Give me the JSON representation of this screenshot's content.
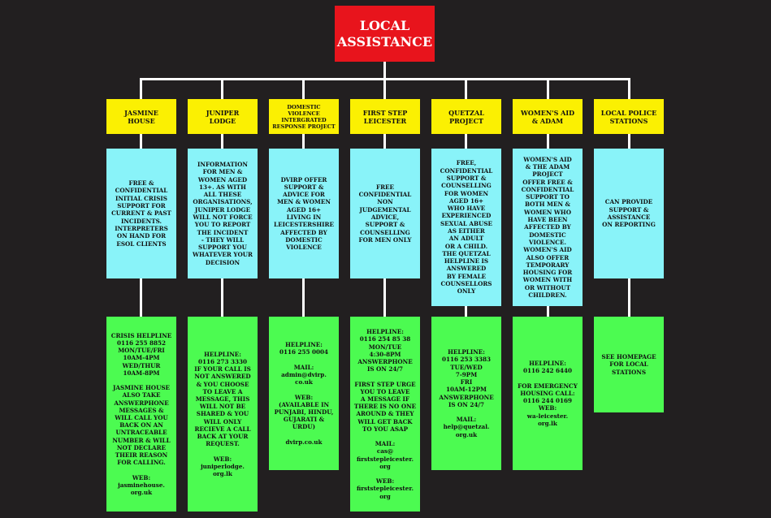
{
  "title": "LOCAL\nASSISTANCE",
  "columns": [
    {
      "header": "JASMINE\nHOUSE",
      "description": "FREE &\nCONFIDENTIAL\nINITIAL CRISIS\nSUPPORT FOR\nCURRENT & PAST\nINCIDENTS.\nINTERPRETERS\nON HAND FOR\nESOL CLIENTS",
      "contact": "CRISIS HELPLINE\n0116 255 8852\nMON/TUE/FRI\n10AM-4PM\nWED/THUR\n10AM-8PM\n\nJASMINE HOUSE\nALSO TAKE\nANSWERPHONE\nMESSAGES &\nWILL CALL YOU\nBACK ON AN\nUNTRACEABLE\nNUMBER & WILL\nNOT DECLARE\nTHEIR REASON\nFOR CALLING.\n\nWEB:\njasminehouse.\norg.uk"
    },
    {
      "header": "JUNIPER\nLODGE",
      "description": "INFORMATION\nFOR MEN &\nWOMEN AGED\n13+. AS WITH\nALL THESE\nORGANISATIONS,\nJUNIPER LODGE\nWILL NOT FORCE\nYOU TO REPORT\nTHE INCIDENT\n- THEY WILL\nSUPPORT YOU\nWHATEVER YOUR\nDECISION",
      "contact": "HELPLINE:\n0116 273 3330\nIF YOUR CALL IS\nNOT ANSWERED\n& YOU CHOOSE\nTO LEAVE A\nMESSAGE, THIS\nWILL NOT BE\nSHARED & YOU\nWILL ONLY\nRECIEVE A CALL\nBACK AT YOUR\nREQUEST.\n\nWEB:\njuniperlodge.\norg.lk"
    },
    {
      "header": "DOMESTIC\nVIOLENCE\nINTERGRATED\nRESPONSE PROJECT",
      "description": "DVIRP OFFER\nSUPPORT &\nADVICE FOR\nMEN & WOMEN\nAGED 16+\nLIVING IN\nLEICESTERSHIRE\nAFFECTED BY\nDOMESTIC\nVIOLENCE",
      "contact": "HELPLINE:\n0116 255 0004\n\nMAIL:\nadmin@dvirp.\nco.uk\n\nWEB:\n(AVAILABLE IN\nPUNJABI, HINDU,\nGUJARATI &\nURDU)\n\ndvirp.co.uk"
    },
    {
      "header": "FIRST STEP\nLEICESTER",
      "description": "FREE\nCONFIDENTIAL\nNON\nJUDGEMENTAL\nADVICE,\nSUPPORT &\nCOUNSELLING\nFOR MEN ONLY",
      "contact": "HELPLINE:\n0116 254 85 38\nMON/TUE\n4:30-8PM\nANSWERPHONE\nIS ON 24/7\n\nFIRST STEP URGE\nYOU TO LEAVE\nA MESSAGE IF\nTHERE IS NO ONE\nAROUND & THEY\nWILL GET BACK\nTO YOU ASAP\n\nMAIL:\ncas@\nfirststepleicester.\norg\n\nWEB:\nfirststepleicester.\norg"
    },
    {
      "header": "QUETZAL\nPROJECT",
      "description": "FREE,\nCONFIDENTIAL\nSUPPORT &\nCOUNSELLING\nFOR WOMEN\nAGED 16+\nWHO HAVE\nEXPERIENCED\nSEXUAL ABUSE\nAS EITHER\nAN ADULT\nOR A CHILD.\nTHE QUETZAL\nHELPLINE IS\nANSWERED\nBY FEMALE\nCOUNSELLORS\nONLY",
      "contact": "HELPLINE:\n0116 253 3383\nTUE/WED\n7-9PM\nFRI\n10AM-12PM\nANSWERPHONE\nIS ON 24/7\n\nMAIL:\nhelp@quetzal.\norg.uk"
    },
    {
      "header": "WOMEN'S AID\n& ADAM",
      "description": "WOMEN'S AID\n& THE ADAM\nPROJECT\nOFFER FREE &\nCONFIDENTIAL\nSUPPORT TO\nBOTH MEN &\nWOMEN WHO\nHAVE BEEN\nAFFECTED BY\nDOMESTIC\nVIOLENCE.\nWOMEN'S AID\nALSO OFFER\nTEMPORARY\nHOUSING FOR\nWOMEN WITH\nOR WITHOUT\nCHILDREN.",
      "contact": "HELPLINE:\n0116 242 6440\n\nFOR EMERGENCY\nHOUSING CALL:\n0116 244 0169\nWEB:\nwa-leicester.\norg.lk"
    },
    {
      "header": "LOCAL POLICE\nSTATIONS",
      "description": "CAN PROVIDE\nSUPPORT &\nASSISTANCE\nON REPORTING",
      "contact": "SEE HOMEPAGE\nFOR LOCAL\nSTATIONS"
    }
  ]
}
